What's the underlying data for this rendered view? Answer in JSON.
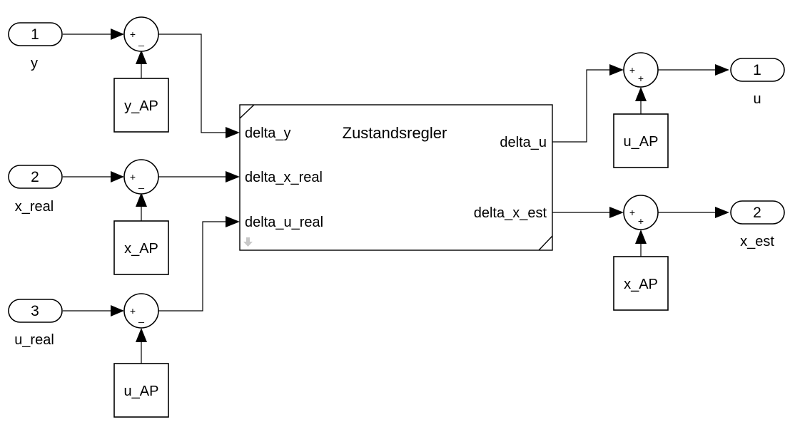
{
  "inports": [
    {
      "number": "1",
      "name": "y"
    },
    {
      "number": "2",
      "name": "x_real"
    },
    {
      "number": "3",
      "name": "u_real"
    }
  ],
  "outports": [
    {
      "number": "1",
      "name": "u"
    },
    {
      "number": "2",
      "name": "x_est"
    }
  ],
  "constants": {
    "y_ap": "y_AP",
    "x_ap_in": "x_AP",
    "u_ap_in": "u_AP",
    "u_ap_out": "u_AP",
    "x_ap_out": "x_AP"
  },
  "sums": {
    "in_y": {
      "top": "+",
      "bottom": "_"
    },
    "in_x": {
      "top": "+",
      "bottom": "_"
    },
    "in_u": {
      "top": "+",
      "bottom": "_"
    },
    "out_u": {
      "top": "+",
      "bottom": "+"
    },
    "out_x": {
      "top": "+",
      "bottom": "+"
    }
  },
  "subsystem": {
    "title": "Zustandsregler",
    "inputs": [
      "delta_y",
      "delta_x_real",
      "delta_u_real"
    ],
    "outputs": [
      "delta_u",
      "delta_x_est"
    ]
  }
}
